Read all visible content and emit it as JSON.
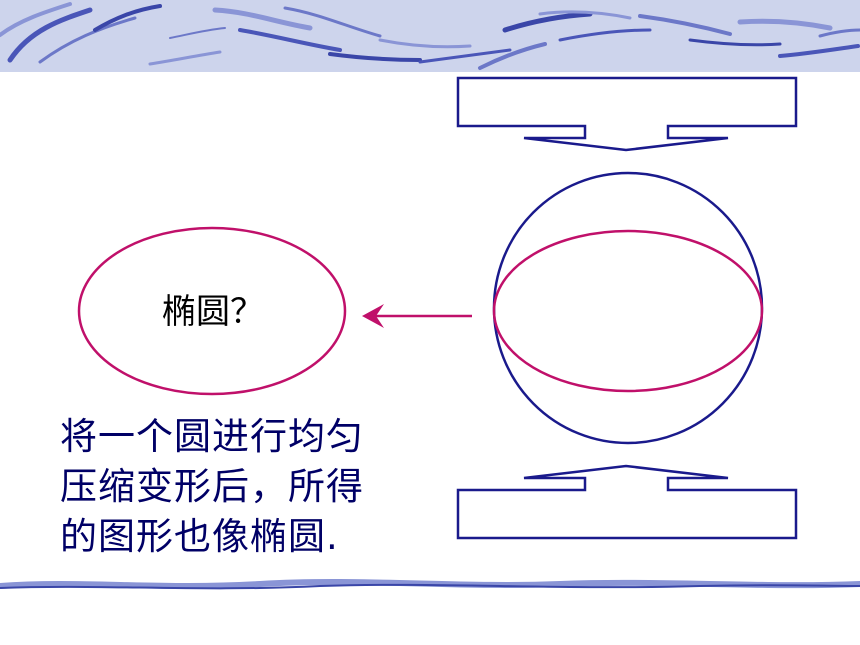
{
  "slide": {
    "ellipse_label": "椭圆？",
    "caption_lines": [
      "将一个圆进行均匀",
      "压缩变形后，所得",
      "的图形也像椭圆."
    ]
  },
  "colors": {
    "banner_background": "#cdd4ec",
    "banner_stroke": "#3a46a8",
    "diagram_stroke": "#1a1a8c",
    "ellipse_stroke": "#c0106a",
    "caption_text": "#000066"
  }
}
